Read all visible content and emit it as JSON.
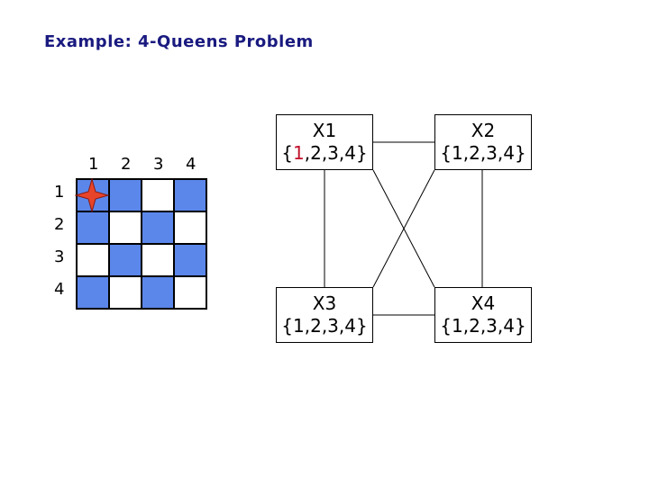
{
  "title": "Example: 4-Queens Problem",
  "board": {
    "col_labels": [
      "1",
      "2",
      "3",
      "4"
    ],
    "row_labels": [
      "1",
      "2",
      "3",
      "4"
    ],
    "colors": {
      "blue": "#5b86ea",
      "white": "#ffffff"
    },
    "pattern": [
      [
        "blue",
        "blue",
        "white",
        "blue"
      ],
      [
        "blue",
        "white",
        "blue",
        "white"
      ],
      [
        "white",
        "blue",
        "white",
        "blue"
      ],
      [
        "blue",
        "white",
        "blue",
        "white"
      ]
    ],
    "queen": {
      "row": 1,
      "col": 1,
      "icon": "queen-star-icon",
      "color": "#e8442a"
    }
  },
  "variables": {
    "x1": {
      "name": "X1",
      "domain_open": "{",
      "domain_first": "1",
      "domain_rest": ",2,3,4}",
      "highlight_color": "#c0102a"
    },
    "x2": {
      "name": "X2",
      "domain": "{1,2,3,4}"
    },
    "x3": {
      "name": "X3",
      "domain": "{1,2,3,4}"
    },
    "x4": {
      "name": "X4",
      "domain": "{1,2,3,4}"
    }
  }
}
